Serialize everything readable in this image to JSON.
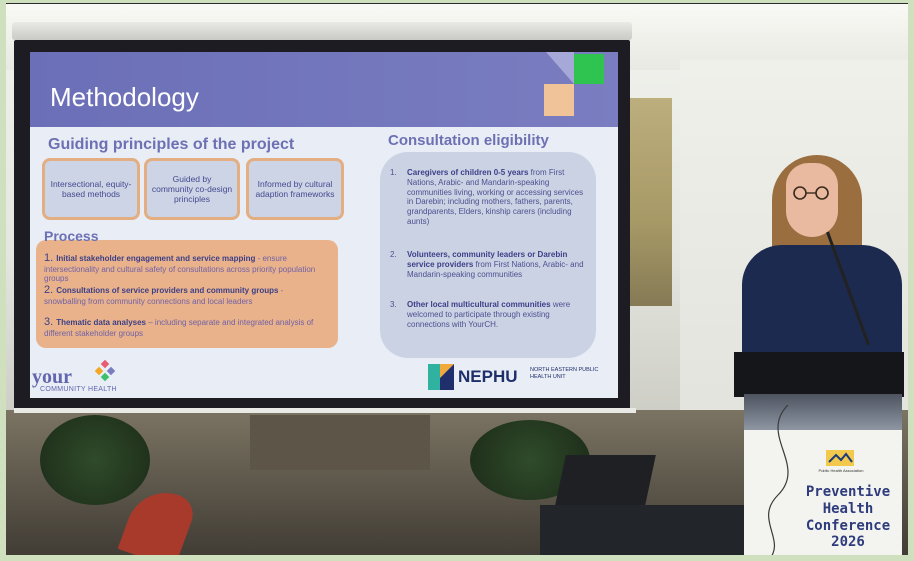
{
  "slide": {
    "title": "Methodology",
    "guiding": {
      "heading": "Guiding principles of the project",
      "boxes": [
        "Intersectional, equity-based methods",
        "Guided by community co-design principles",
        "Informed by cultural adaption frameworks"
      ]
    },
    "process": {
      "heading": "Process",
      "items": [
        {
          "n": "1.",
          "bold": "Initial stakeholder engagement and service mapping",
          "rest": " - ensure intersectionality and cultural safety of consultations across priority population groups"
        },
        {
          "n": "2.",
          "bold": "Consultations of service providers and community groups",
          "rest": " - snowballing from community connections and local leaders"
        },
        {
          "n": "3.",
          "bold": "Thematic data analyses",
          "rest": " – including separate and integrated analysis of different stakeholder groups"
        }
      ]
    },
    "eligibility": {
      "heading": "Consultation eligibility",
      "items": [
        {
          "n": "1.",
          "bold": "Caregivers of children 0-5 years",
          "rest": " from First Nations, Arabic- and Mandarin-speaking communities living, working or accessing services in Darebin; including mothers, fathers, parents, grandparents, Elders, kinship carers (including aunts)"
        },
        {
          "n": "2.",
          "bold": "Volunteers, community leaders or Darebin service providers",
          "rest": " from First Nations, Arabic- and Mandarin-speaking communities"
        },
        {
          "n": "3.",
          "bold": "Other local multicultural communities",
          "rest": " were welcomed to participate through existing connections with YourCH."
        }
      ]
    },
    "logos": {
      "your": "your",
      "community_health": "COMMUNITY HEALTH",
      "nephu": "NEPHU",
      "nephu_sub": "NORTH EASTERN PUBLIC HEALTH UNIT"
    },
    "colors": {
      "header": "#6b6fb7",
      "green": "#2fc44f",
      "peach": "#f1c399",
      "process_box": "#eab28a"
    }
  },
  "podium": {
    "association": "Public Health Association",
    "conference": [
      "Preventive",
      "Health",
      "Conference",
      "2026"
    ]
  }
}
